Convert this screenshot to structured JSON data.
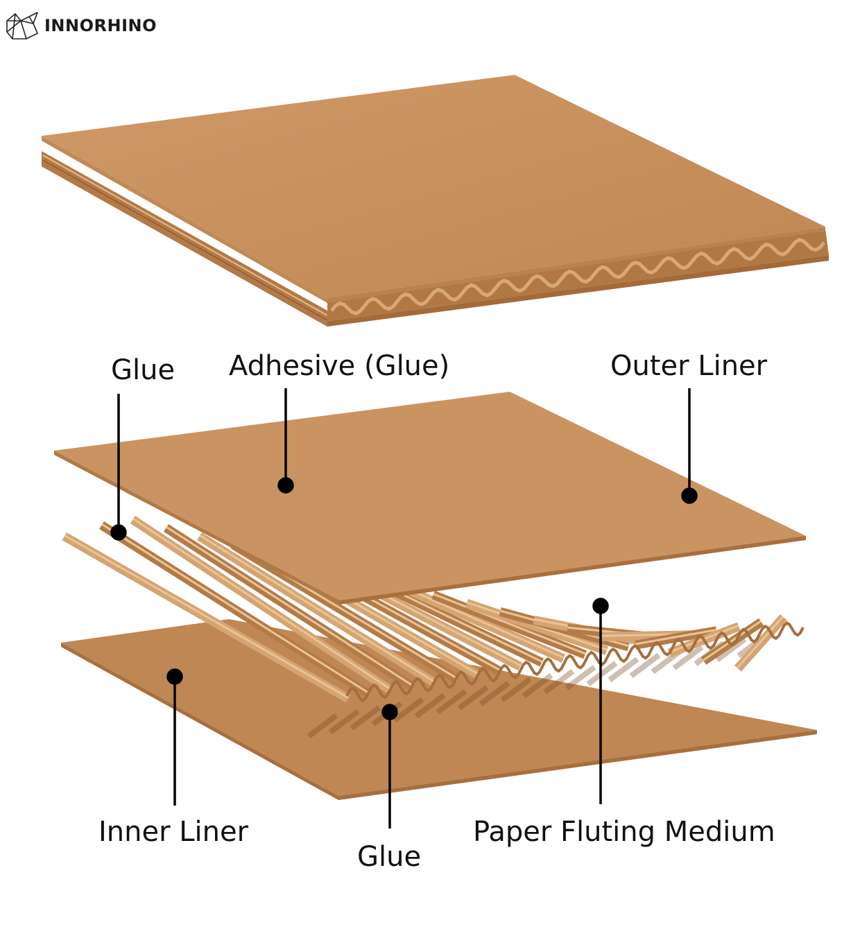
{
  "brand": {
    "name": "INNORHINO",
    "logo_icon": "rhino-geometric-icon"
  },
  "labels": {
    "glue_top": "Glue",
    "adhesive": "Adhesive (Glue)",
    "outer_liner": "Outer Liner",
    "inner_liner": "Inner Liner",
    "glue_bottom": "Glue",
    "fluting": "Paper Fluting Medium"
  },
  "colors": {
    "kraft": "#c8915e",
    "kraft_dark": "#a56e3e",
    "kraft_light": "#d7a877",
    "leader": "#000000"
  }
}
